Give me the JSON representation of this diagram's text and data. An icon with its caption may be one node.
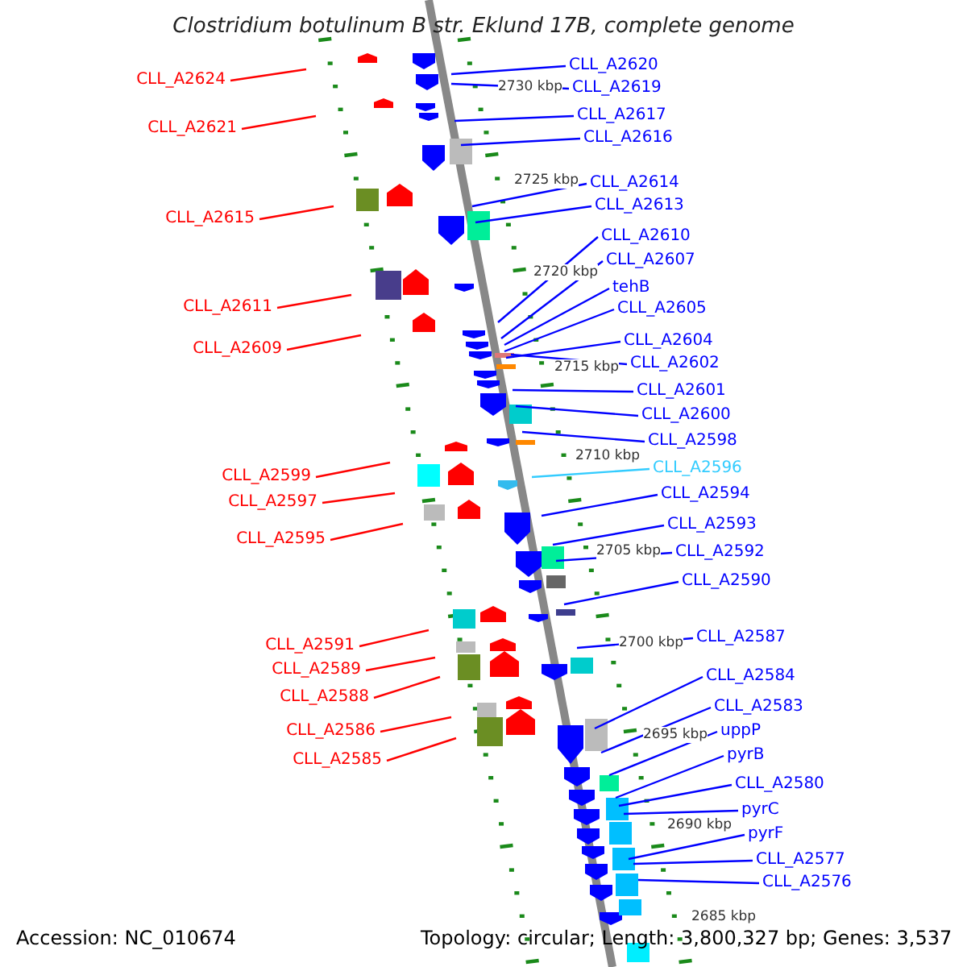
{
  "diagram": {
    "title": "Clostridium botulinum B str. Eklund 17B, complete genome",
    "nodes": [
      {
        "text": [
          "CLL_A2624"
        ]
      },
      {
        "text": [
          "CLL_A2621"
        ]
      },
      {
        "text": [
          "CLL_A2615"
        ]
      },
      {
        "text": [
          "CLL_A2611"
        ]
      },
      {
        "text": [
          "CLL_A2609"
        ]
      },
      {
        "text": [
          "CLL_A2599"
        ]
      },
      {
        "text": [
          "CLL_A2597"
        ]
      },
      {
        "text": [
          "CLL_A2595"
        ]
      },
      {
        "text": [
          "CLL_A2591"
        ]
      },
      {
        "text": [
          "CLL_A2589"
        ]
      },
      {
        "text": [
          "CLL_A2588"
        ]
      },
      {
        "text": [
          "CLL_A2586"
        ]
      },
      {
        "text": [
          "CLL_A2585"
        ]
      },
      {
        "text": [
          "CLL_A2620"
        ]
      },
      {
        "text": [
          "CLL_A2619"
        ]
      },
      {
        "text": [
          "CLL_A2617"
        ]
      },
      {
        "text": [
          "CLL_A2616"
        ]
      },
      {
        "text": [
          "CLL_A2614"
        ]
      },
      {
        "text": [
          "CLL_A2613"
        ]
      },
      {
        "text": [
          "CLL_A2610"
        ]
      },
      {
        "text": [
          "CLL_A2607"
        ]
      },
      {
        "text": [
          "tehB"
        ]
      },
      {
        "text": [
          "CLL_A2605"
        ]
      },
      {
        "text": [
          "CLL_A2604"
        ]
      },
      {
        "text": [
          "CLL_A2602"
        ]
      },
      {
        "text": [
          "CLL_A2601"
        ]
      },
      {
        "text": [
          "CLL_A2600"
        ]
      },
      {
        "text": [
          "CLL_A2598"
        ]
      },
      {
        "text": [
          "CLL_A2596"
        ]
      },
      {
        "text": [
          "CLL_A2594"
        ]
      },
      {
        "text": [
          "CLL_A2593"
        ]
      },
      {
        "text": [
          "CLL_A2592"
        ]
      },
      {
        "text": [
          "CLL_A2590"
        ]
      },
      {
        "text": [
          "CLL_A2587"
        ]
      },
      {
        "text": [
          "CLL_A2584"
        ]
      },
      {
        "text": [
          "CLL_A2583"
        ]
      },
      {
        "text": [
          "uppP"
        ]
      },
      {
        "text": [
          "pyrB"
        ]
      },
      {
        "text": [
          "CLL_A2580"
        ]
      },
      {
        "text": [
          "pyrC"
        ]
      },
      {
        "text": [
          "pyrF"
        ]
      },
      {
        "text": [
          "CLL_A2577"
        ]
      },
      {
        "text": [
          "CLL_A2576"
        ]
      }
    ],
    "edges": [
      {
        "from": 0,
        "to": null,
        "arrow": "none",
        "color": "#ff0000"
      },
      {
        "from": 1,
        "to": null,
        "arrow": "none",
        "color": "#ff0000"
      },
      {
        "from": 2,
        "to": null,
        "arrow": "none",
        "color": "#ff0000"
      },
      {
        "from": 3,
        "to": null,
        "arrow": "none",
        "color": "#ff0000"
      },
      {
        "from": 4,
        "to": null,
        "arrow": "none",
        "color": "#ff0000"
      },
      {
        "from": 5,
        "to": null,
        "arrow": "none",
        "color": "#ff0000"
      },
      {
        "from": 6,
        "to": null,
        "arrow": "none",
        "color": "#ff0000"
      },
      {
        "from": 7,
        "to": null,
        "arrow": "none",
        "color": "#ff0000"
      },
      {
        "from": 8,
        "to": null,
        "arrow": "none",
        "color": "#ff0000"
      },
      {
        "from": 9,
        "to": null,
        "arrow": "none",
        "color": "#ff0000"
      },
      {
        "from": 10,
        "to": null,
        "arrow": "none",
        "color": "#ff0000"
      },
      {
        "from": 11,
        "to": null,
        "arrow": "none",
        "color": "#ff0000"
      },
      {
        "from": 12,
        "to": null,
        "arrow": "none",
        "color": "#ff0000"
      },
      {
        "from": 13,
        "to": null,
        "arrow": "none"
      },
      {
        "from": 14,
        "to": null,
        "arrow": "none"
      },
      {
        "from": 15,
        "to": null,
        "arrow": "none"
      },
      {
        "from": 16,
        "to": null,
        "arrow": "none"
      },
      {
        "from": 17,
        "to": null,
        "arrow": "none"
      },
      {
        "from": 18,
        "to": null,
        "arrow": "none"
      },
      {
        "from": 19,
        "to": null,
        "arrow": "none"
      },
      {
        "from": 20,
        "to": null,
        "arrow": "none"
      },
      {
        "from": 21,
        "to": null,
        "arrow": "none"
      },
      {
        "from": 22,
        "to": null,
        "arrow": "none"
      },
      {
        "from": 23,
        "to": null,
        "arrow": "none"
      },
      {
        "from": 24,
        "to": null,
        "arrow": "none"
      },
      {
        "from": 25,
        "to": null,
        "arrow": "none"
      },
      {
        "from": 26,
        "to": null,
        "arrow": "none"
      },
      {
        "from": 27,
        "to": null,
        "arrow": "none"
      },
      {
        "from": 28,
        "to": null,
        "arrow": "none",
        "color": "#33ccff"
      },
      {
        "from": 29,
        "to": null,
        "arrow": "none"
      },
      {
        "from": 30,
        "to": null,
        "arrow": "none"
      },
      {
        "from": 31,
        "to": null,
        "arrow": "none"
      },
      {
        "from": 32,
        "to": null,
        "arrow": "none"
      },
      {
        "from": 33,
        "to": null,
        "arrow": "none"
      },
      {
        "from": 34,
        "to": null,
        "arrow": "none"
      },
      {
        "from": 35,
        "to": null,
        "arrow": "none"
      },
      {
        "from": 36,
        "to": null,
        "arrow": "none"
      },
      {
        "from": 37,
        "to": null,
        "arrow": "none"
      },
      {
        "from": 38,
        "to": null,
        "arrow": "none"
      },
      {
        "from": 39,
        "to": null,
        "arrow": "none"
      },
      {
        "from": 40,
        "to": null,
        "arrow": "none"
      },
      {
        "from": 41,
        "to": null,
        "arrow": "none"
      },
      {
        "from": 42,
        "to": null,
        "arrow": "none"
      }
    ],
    "labels": [
      "2730 kbp",
      "2725 kbp",
      "2720 kbp",
      "2715 kbp",
      "2710 kbp",
      "2705 kbp",
      "2700 kbp",
      "2695 kbp",
      "2690 kbp",
      "2685 kbp",
      "Accession: NC_010674",
      "Topology: circular; Length: 3,800,327 bp; Genes: 3,537"
    ]
  }
}
